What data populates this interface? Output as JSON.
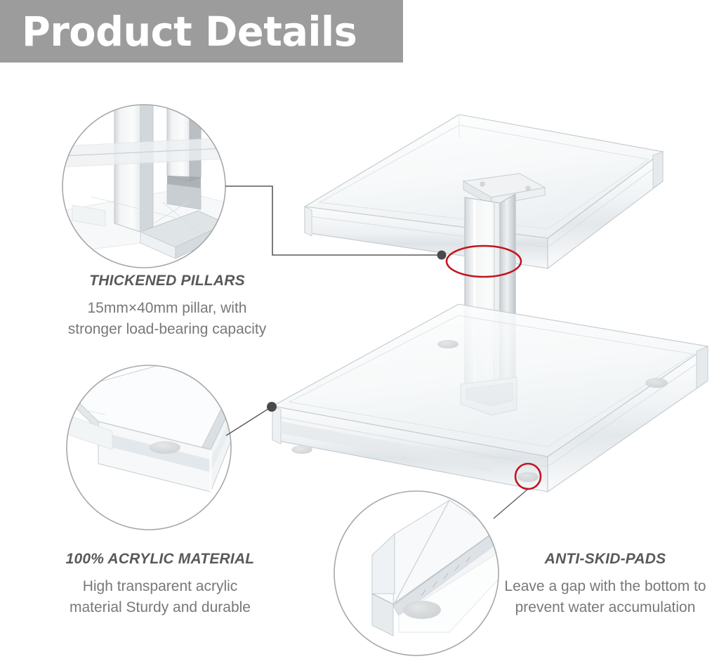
{
  "header": {
    "title": "Product Details",
    "banner_color": "#9c9c9c",
    "text_color": "#ffffff"
  },
  "callouts": [
    {
      "id": "thickened-pillars",
      "title": "THICKENED PILLARS",
      "body_line1": "15mm×40mm pillar, with",
      "body_line2": "stronger load-bearing capacity",
      "marker": "red-ellipse",
      "marker_color": "#c2161f",
      "zoom_subject": "acrylic-pillar-base-closeup"
    },
    {
      "id": "acrylic-material",
      "title": "100% ACRYLIC MATERIAL",
      "body_line1": "High transparent acrylic",
      "body_line2": "material Sturdy and durable",
      "marker": "dot",
      "marker_color": "#4a4a4a",
      "zoom_subject": "acrylic-tray-corner-edge-closeup"
    },
    {
      "id": "anti-skid-pads",
      "title": "ANTI-SKID-PADS",
      "body_line1": "Leave a gap with the bottom to",
      "body_line2": "prevent water accumulation",
      "marker": "red-circle",
      "marker_color": "#c2161f",
      "zoom_subject": "anti-skid-pad-closeup"
    }
  ],
  "product": {
    "name": "two-tier-clear-acrylic-riser-tray",
    "parts": [
      "upper-acrylic-tray",
      "central-acrylic-pillar",
      "pillar-mount-bracket",
      "lower-acrylic-tray",
      "anti-skid-pads"
    ],
    "material_tint": "#e9ecee",
    "outline_color": "#b9bfc4"
  },
  "styling": {
    "caption_title_color": "#58595b",
    "caption_body_color": "#77787b",
    "circle_border_color": "#a8a8a8",
    "connector_color": "#5a5a5a",
    "background": "#ffffff"
  }
}
